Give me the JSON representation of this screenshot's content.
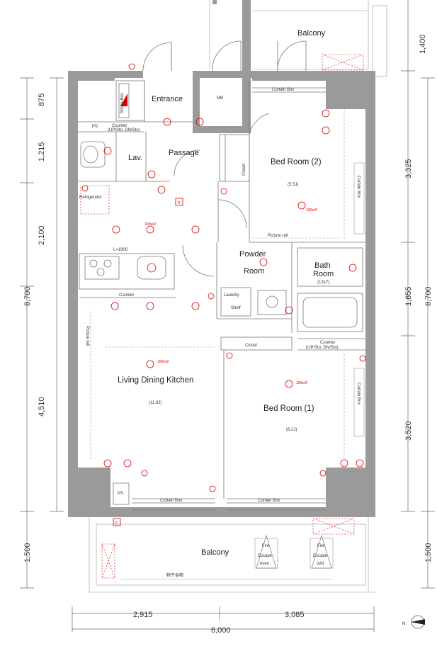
{
  "rooms": {
    "balcony_top": "Balcony",
    "entrance": "Entrance",
    "mb": "MB",
    "shoe_box": "Shoes Box",
    "ps_top": "PS",
    "counter_top": "Counter",
    "counter_top_sub": "(UP/Sto, DN/Sto)",
    "lav": "Lav.",
    "passage": "Passage",
    "closet_vertical": "Closet",
    "bed2": "Bed Room (2)",
    "bed2_size": "(5.5J)",
    "refrigerator": "Refrigerator",
    "r_mark": "R",
    "l_label": "L=1900",
    "counter_kitchen": "Counter",
    "powder1": "Powder",
    "powder2": "Room",
    "bath1": "Bath",
    "bath2": "Room",
    "bath_code": "(1317)",
    "laundry": "Laundry",
    "shelf": "Shelf",
    "closet_h": "Closet",
    "counter_bath": "Counter",
    "counter_bath_sub": "(UP/Sto, DN/Sto)",
    "picture_rail_v": "Picture rail",
    "picture_rail_h": "Picture rail",
    "ldk": "Living Dining Kitchen",
    "ldk_size": "(11.8J)",
    "bed1": "Bed Room (1)",
    "bed1_size": "(6.2J)",
    "ps_bottom": "PS",
    "curtain_box": "Curtain Box",
    "g_mark": "G",
    "balcony_bottom": "Balcony",
    "fire_escape": "Fire",
    "escape": "Escape",
    "even": "even",
    "odd": "odd",
    "handrail": "物干金物",
    "light_label": "100w/2"
  },
  "dimensions": {
    "left": [
      "875",
      "1,215",
      "2,100",
      "8,700",
      "4,510",
      "1,500"
    ],
    "right": [
      "1,400",
      "3,325",
      "1,855",
      "8,700",
      "3,520",
      "1,500"
    ],
    "bottom": [
      "2,915",
      "3,085",
      "6,000"
    ]
  },
  "compass": {
    "label": "N"
  },
  "colors": {
    "wall": "#9a9a9a",
    "equipment": "#d40000",
    "line": "#777777"
  }
}
